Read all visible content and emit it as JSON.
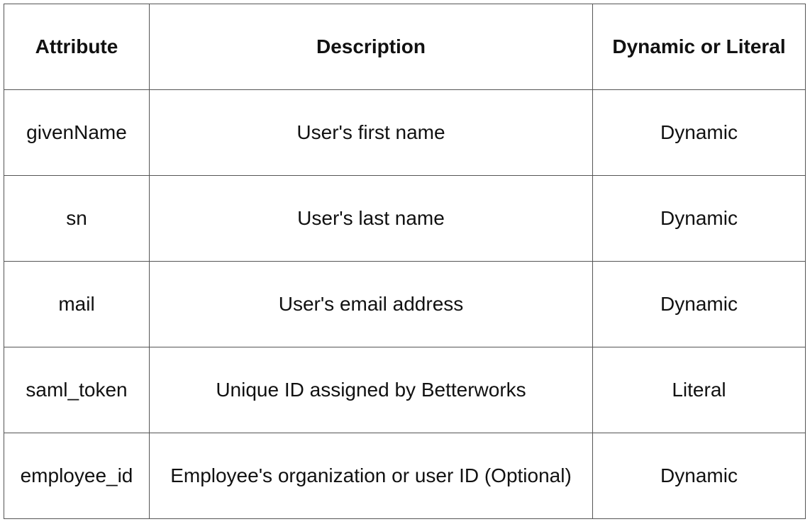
{
  "table": {
    "headers": [
      "Attribute",
      "Description",
      "Dynamic or Literal"
    ],
    "rows": [
      {
        "attribute": "givenName",
        "description": "User's first name",
        "type": "Dynamic"
      },
      {
        "attribute": "sn",
        "description": "User's last name",
        "type": "Dynamic"
      },
      {
        "attribute": "mail",
        "description": "User's email address",
        "type": "Dynamic"
      },
      {
        "attribute": "saml_token",
        "description": "Unique ID assigned by Betterworks",
        "type": "Literal"
      },
      {
        "attribute": "employee_id",
        "description": "Employee's organization or user ID (Optional)",
        "type": "Dynamic"
      }
    ]
  }
}
